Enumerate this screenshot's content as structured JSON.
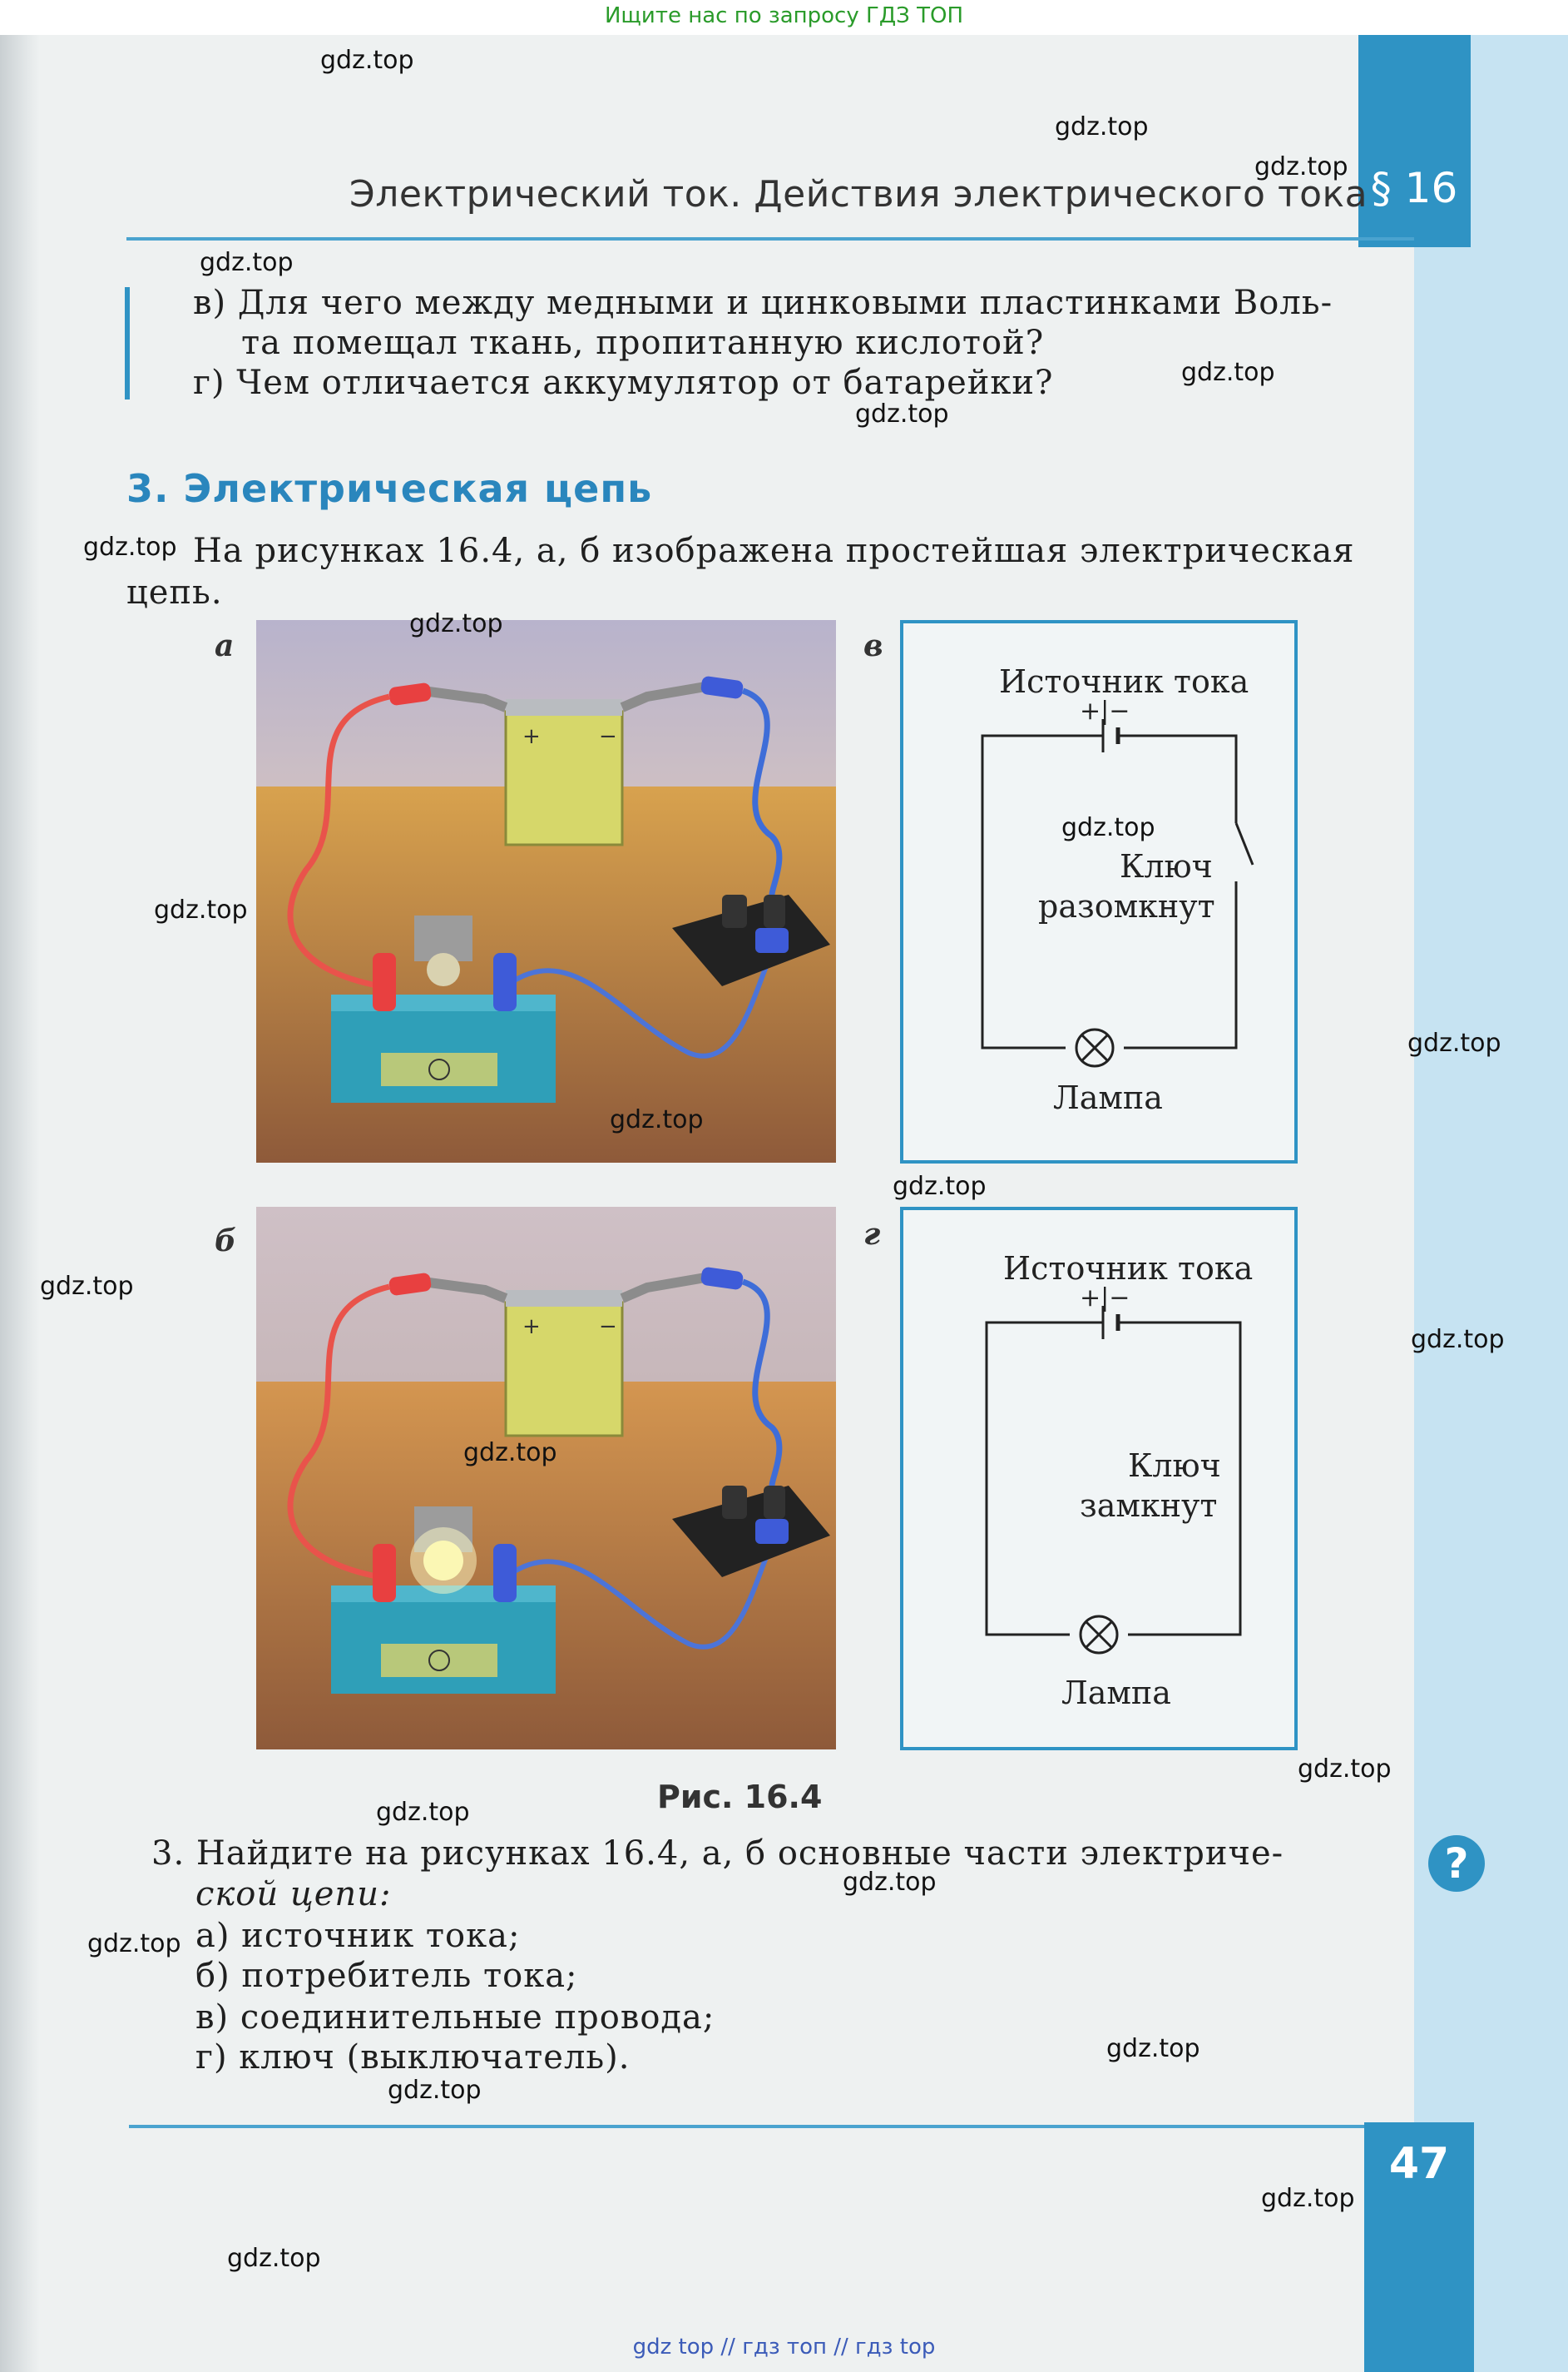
{
  "top_note": "Ищите нас по запросу ГДЗ ТОП",
  "header": {
    "title": "Электрический ток. Действия электрического тока",
    "paragraph": "§ 16"
  },
  "questions_top": [
    "в) Для чего между медными и цинковыми пластинками Воль-",
    "та помещал ткань, пропитанную кислотой?",
    "г) Чем отличается аккумулятор от батарейки?"
  ],
  "section": {
    "title": "3. Электрическая цепь",
    "intro_line1": "На рисунках 16.4, а, б изображена простейшая электрическая",
    "intro_line2": "цепь."
  },
  "figure": {
    "label_a": "а",
    "label_b": "б",
    "label_v": "в",
    "label_g": "г",
    "caption": "Рис. 16.4",
    "schematic_open": {
      "source": "Источник тока",
      "plus_minus": "+|−",
      "key_line1": "Ключ",
      "key_line2": "разомкнут",
      "lamp": "Лампа"
    },
    "schematic_closed": {
      "source": "Источник тока",
      "plus_minus": "+|−",
      "key_line1": "Ключ",
      "key_line2": "замкнут",
      "lamp": "Лампа"
    },
    "battery_plus": "+",
    "battery_minus": "−"
  },
  "task": {
    "line1": "3. Найдите на рисунках 16.4, а, б основные части электриче-",
    "line2": "ской цепи:",
    "items": [
      "а) источник тока;",
      "б) потребитель тока;",
      "в) соединительные провода;",
      "г) ключ (выключатель)."
    ]
  },
  "question_icon": "?",
  "page_number": "47",
  "watermarks": [
    "gdz.top",
    "gdz.top",
    "gdz.top",
    "gdz.top",
    "gdz.top",
    "gdz.top",
    "gdz.top",
    "gdz.top",
    "gdz.top",
    "gdz.top",
    "gdz.top",
    "gdz.top",
    "gdz.top",
    "gdz.top",
    "gdz.top",
    "gdz.top",
    "gdz.top",
    "gdz.top",
    "gdz.top",
    "gdz.top",
    "gdz.top",
    "gdz.top"
  ],
  "bottom_note": "gdz top  //  гдз топ  //  гдз top",
  "colors": {
    "accent": "#2f93c4",
    "sidebar": "#c6e3f2",
    "section": "#2a86bd"
  }
}
